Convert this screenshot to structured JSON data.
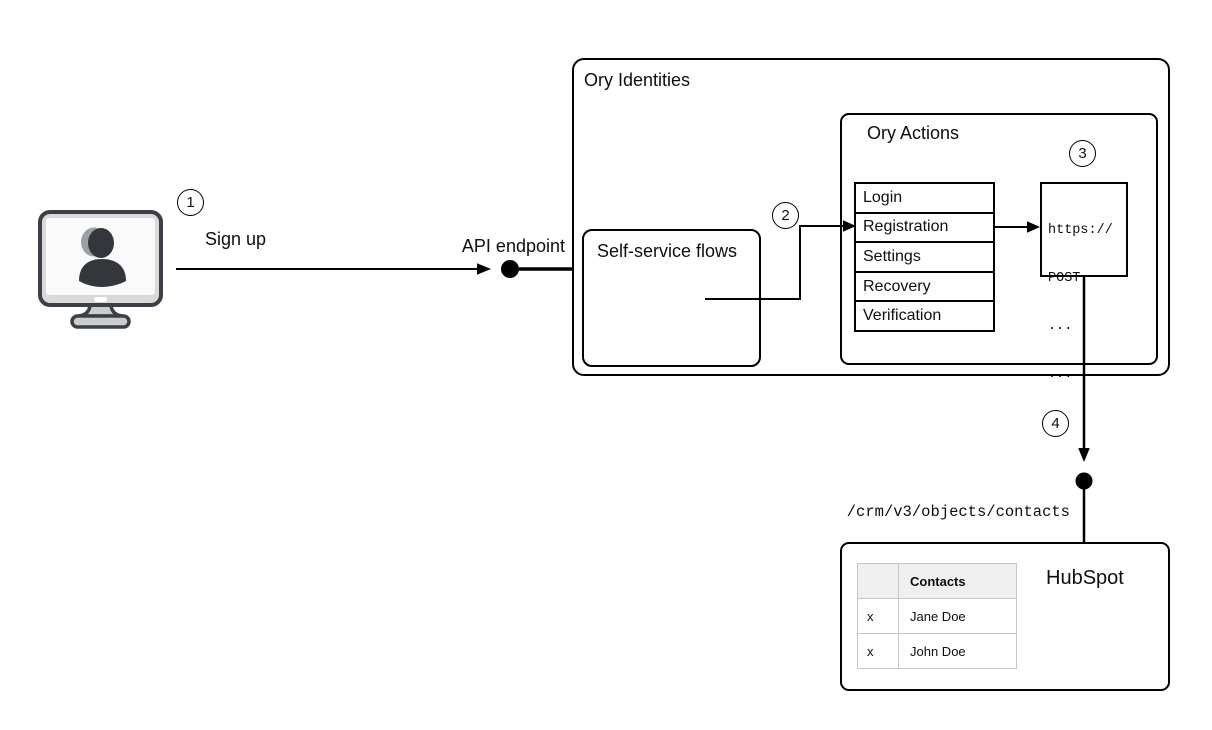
{
  "diagram": {
    "steps": {
      "s1": "1",
      "s2": "2",
      "s3": "3",
      "s4": "4"
    },
    "labels": {
      "sign_up": "Sign up",
      "api_endpoint": "API endpoint",
      "crm_path": "/crm/v3/objects/contacts"
    },
    "ory_identities": {
      "title": "Ory Identities",
      "self_service": {
        "label": "Self-service flows"
      },
      "ory_actions": {
        "title": "Ory Actions",
        "flows": [
          "Login",
          "Registration",
          "Settings",
          "Recovery",
          "Verification"
        ],
        "webhook_request": {
          "lines": [
            "https://",
            "POST",
            "...",
            "..."
          ]
        }
      }
    },
    "hubspot": {
      "title": "HubSpot",
      "table": {
        "header": [
          "",
          "Contacts"
        ],
        "rows": [
          [
            "x",
            "Jane Doe"
          ],
          [
            "x",
            "John Doe"
          ]
        ]
      }
    },
    "icons": {
      "workstation": "user-monitor-icon",
      "endpoint_dots": "filled-circle-endpoint",
      "arrows": "black-arrow-connectors"
    },
    "colors": {
      "background": "#ffffff",
      "line": "#000000",
      "box_border": "#000000",
      "table_border": "#c6c6c6",
      "table_header_bg": "#efefef",
      "monitor_frame": "#3b4046",
      "monitor_body": "#d9d9d9",
      "monitor_screen": "#fafafa",
      "silhouette": "#33373c",
      "silhouette_highlight": "#9aa0a6"
    }
  }
}
